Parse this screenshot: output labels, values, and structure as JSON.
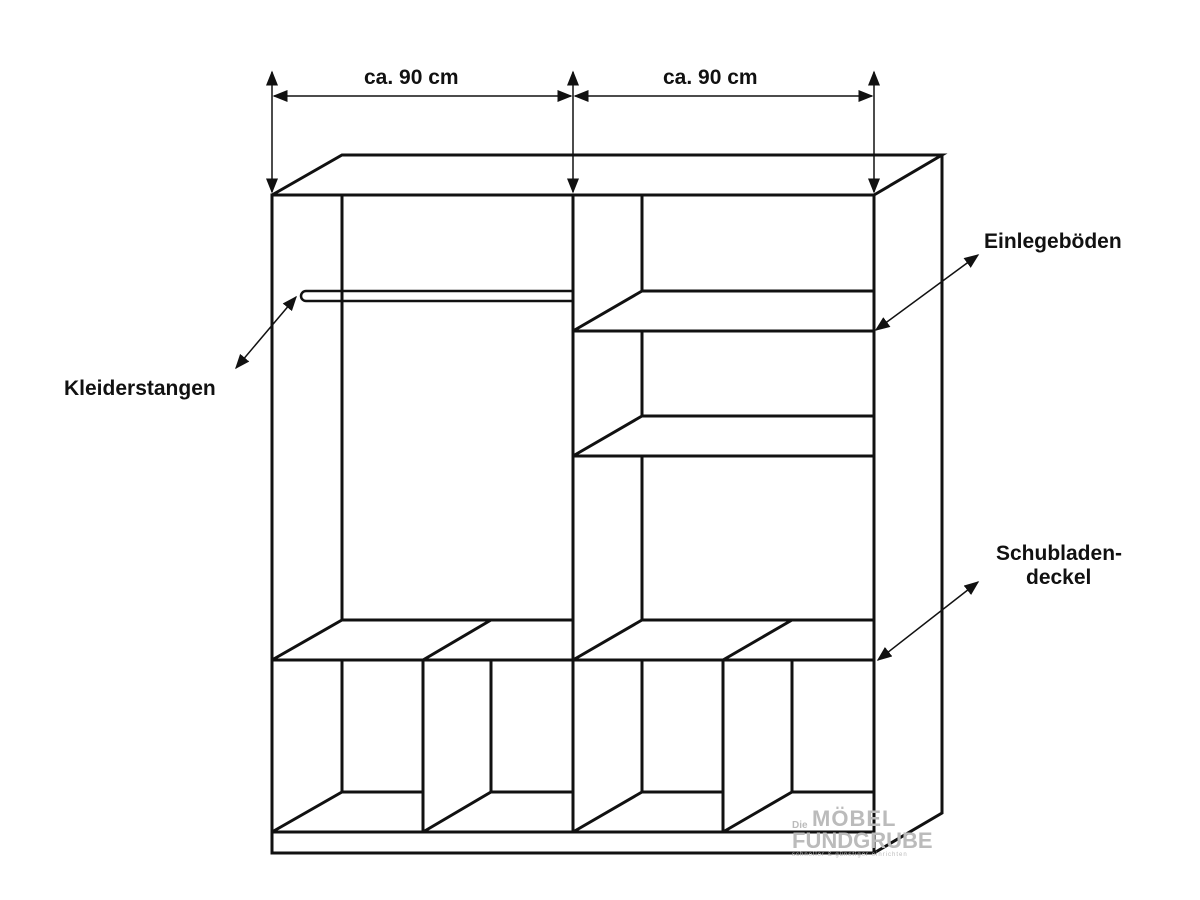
{
  "dimensions": {
    "left_width": "ca. 90 cm",
    "right_width": "ca. 90 cm"
  },
  "labels": {
    "shelves": "Einlegeböden",
    "hanging_rail": "Kleiderstangen",
    "drawer_cover_line1": "Schubladen-",
    "drawer_cover_line2": "deckel"
  },
  "watermark": {
    "prefix": "Die",
    "line1": "MÖBEL",
    "line2": "FUNDGRUBE",
    "tagline": "schneller & günstiger einrichten"
  }
}
